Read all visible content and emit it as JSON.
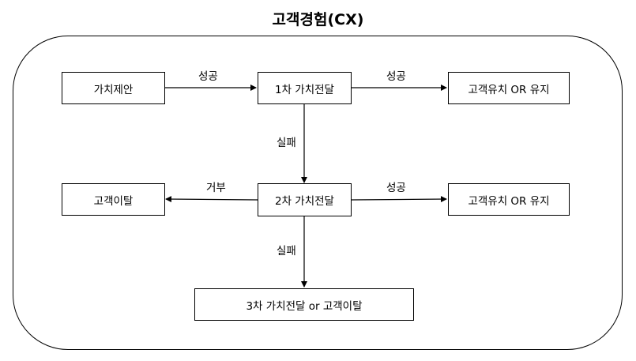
{
  "title": "고객경험(CX)",
  "nodes": {
    "value_proposal": "가치제안",
    "first_delivery": "1차 가치전달",
    "retention_1": "고객유치 OR 유지",
    "churn": "고객이탈",
    "second_delivery": "2차 가치전달",
    "retention_2": "고객유치 OR 유지",
    "third_delivery": "3차 가치전달 or 고객이탈"
  },
  "edges": {
    "success_1": "성공",
    "success_2": "성공",
    "success_3": "성공",
    "fail_1": "실패",
    "fail_2": "실패",
    "reject": "거부"
  }
}
